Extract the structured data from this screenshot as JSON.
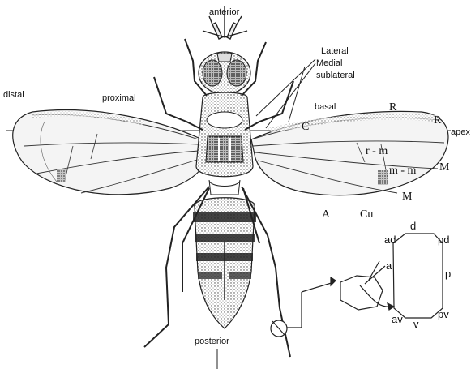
{
  "labels": {
    "anterior": "anterior",
    "posterior": "posterior",
    "distal": "distal",
    "proximal": "proximal",
    "basal": "basal",
    "apex": "apex",
    "lateral_line1": "Lateral",
    "lateral_line2": "Medial",
    "lateral_line3": "sublateral"
  },
  "veins": {
    "C": "C",
    "R_upper": "R",
    "R_tip": "R",
    "r_m": "r - m",
    "m_m": "m - m",
    "M_upper": "M",
    "M_lower": "M",
    "A": "A",
    "Cu": "Cu"
  },
  "leg_section": {
    "d": "d",
    "ad": "ad",
    "pd": "pd",
    "a": "a",
    "p": "p",
    "av": "av",
    "v": "v",
    "pv": "pv"
  }
}
